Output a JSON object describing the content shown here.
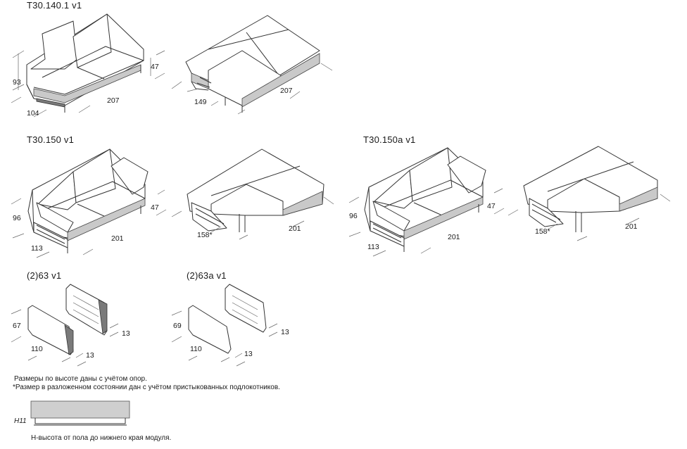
{
  "titles": {
    "t30_140": "T30.140.1 v1",
    "t30_150": "T30.150 v1",
    "t30_150a": "T30.150a v1",
    "p63": "(2)63 v1",
    "p63a": "(2)63a v1"
  },
  "dims": {
    "s1_height": "93",
    "s1_depth": "104",
    "s1_width": "207",
    "s1_seat": "47",
    "b1_depth": "149",
    "b1_width": "207",
    "s2_height": "96",
    "s2_depth": "113",
    "s2_width": "201",
    "s2_seat": "47",
    "b2_depth": "158*",
    "b2_width": "201",
    "s3_height": "96",
    "s3_depth": "113",
    "s3_width": "201",
    "s3_seat": "47",
    "b3_depth": "158*",
    "b3_width": "201",
    "p1_height": "67",
    "p1_width": "110",
    "p1_thick_a": "13",
    "p1_thick_b": "13",
    "p2_height": "69",
    "p2_width": "110",
    "p2_thick_a": "13",
    "p2_thick_b": "13"
  },
  "notes": {
    "line1": "Размеры по высоте даны с учётом опор.",
    "line2": "*Размер в разложенном состоянии дан с учётом пристыкованных подлокотников.",
    "h11_label": "H11",
    "h_def": "Н-высота от пола до нижнего края модуля."
  }
}
